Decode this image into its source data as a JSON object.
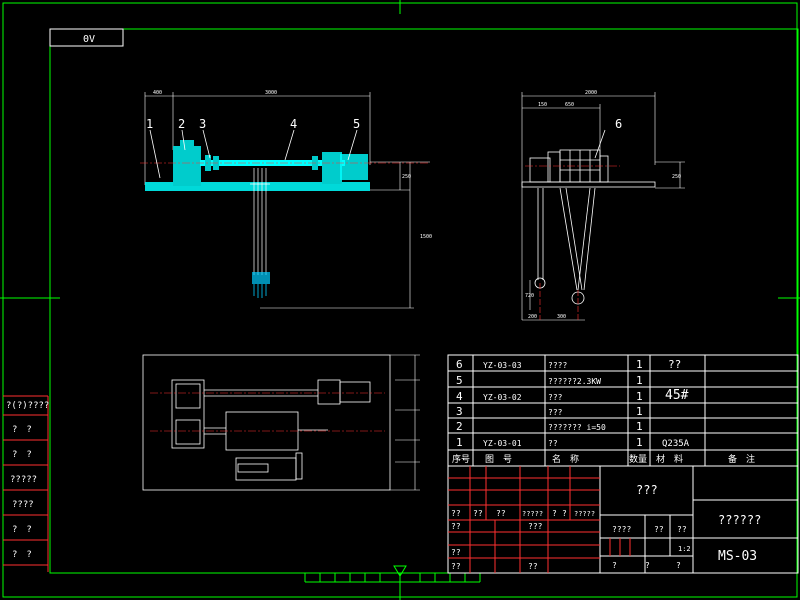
{
  "sheet": {
    "view_label": "0V",
    "part_numbers": [
      "1",
      "2",
      "3",
      "4",
      "5",
      "6"
    ],
    "bom_rows": [
      {
        "no": "6",
        "code": "YZ-03-03",
        "name": "????",
        "qty": "1",
        "material": "??"
      },
      {
        "no": "5",
        "code": "",
        "name": "??????2.3KW",
        "qty": "1",
        "material": ""
      },
      {
        "no": "4",
        "code": "YZ-03-02",
        "name": "???",
        "qty": "1",
        "material": "45#"
      },
      {
        "no": "3",
        "code": "",
        "name": "???",
        "qty": "1",
        "material": ""
      },
      {
        "no": "2",
        "code": "",
        "name": "??????? i=50",
        "qty": "1",
        "material": ""
      },
      {
        "no": "1",
        "code": "YZ-03-01",
        "name": "??",
        "qty": "1",
        "material": "Q235A"
      }
    ],
    "bom_header": [
      "序号",
      "图　号",
      "名　称",
      "数量",
      "材　料",
      "备　注"
    ],
    "title_block": {
      "drawing_name": "???",
      "company": "??????",
      "drawing_no": "MS-03",
      "scale": "1:2",
      "left_labels": [
        "??",
        "??",
        "??",
        "?????",
        "????",
        "??",
        "??",
        "??",
        "??"
      ],
      "cells": {
        "a1": "??",
        "a2": "??",
        "a3": "??",
        "a4": "?????",
        "a5": "?",
        "a6": "?",
        "a7": "?????",
        "b1": "??",
        "b2": "???",
        "c1": "????",
        "c2": "??",
        "c3": "??",
        "d1": "??",
        "d2": "??",
        "d3": "??",
        "e1": "?",
        "e2": "?",
        "e3": "?"
      }
    },
    "side_labels": [
      "?(?)????",
      "?　?",
      "?　?",
      "?????",
      "????",
      "?　?",
      "?　?"
    ]
  }
}
